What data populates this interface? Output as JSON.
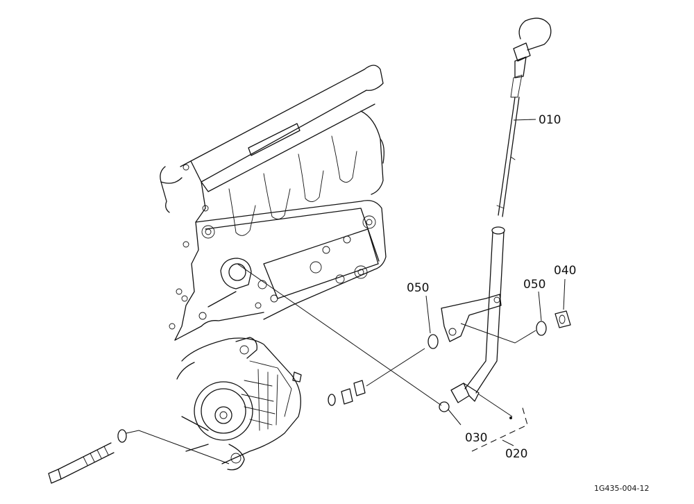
{
  "callouts": {
    "c010": "010",
    "c020": "020",
    "c030": "030",
    "c040": "040",
    "c050_left": "050",
    "c050_right": "050"
  },
  "drawing_reference": "1G435-004-12",
  "colors": {
    "line": "#111111",
    "background": "#ffffff"
  }
}
